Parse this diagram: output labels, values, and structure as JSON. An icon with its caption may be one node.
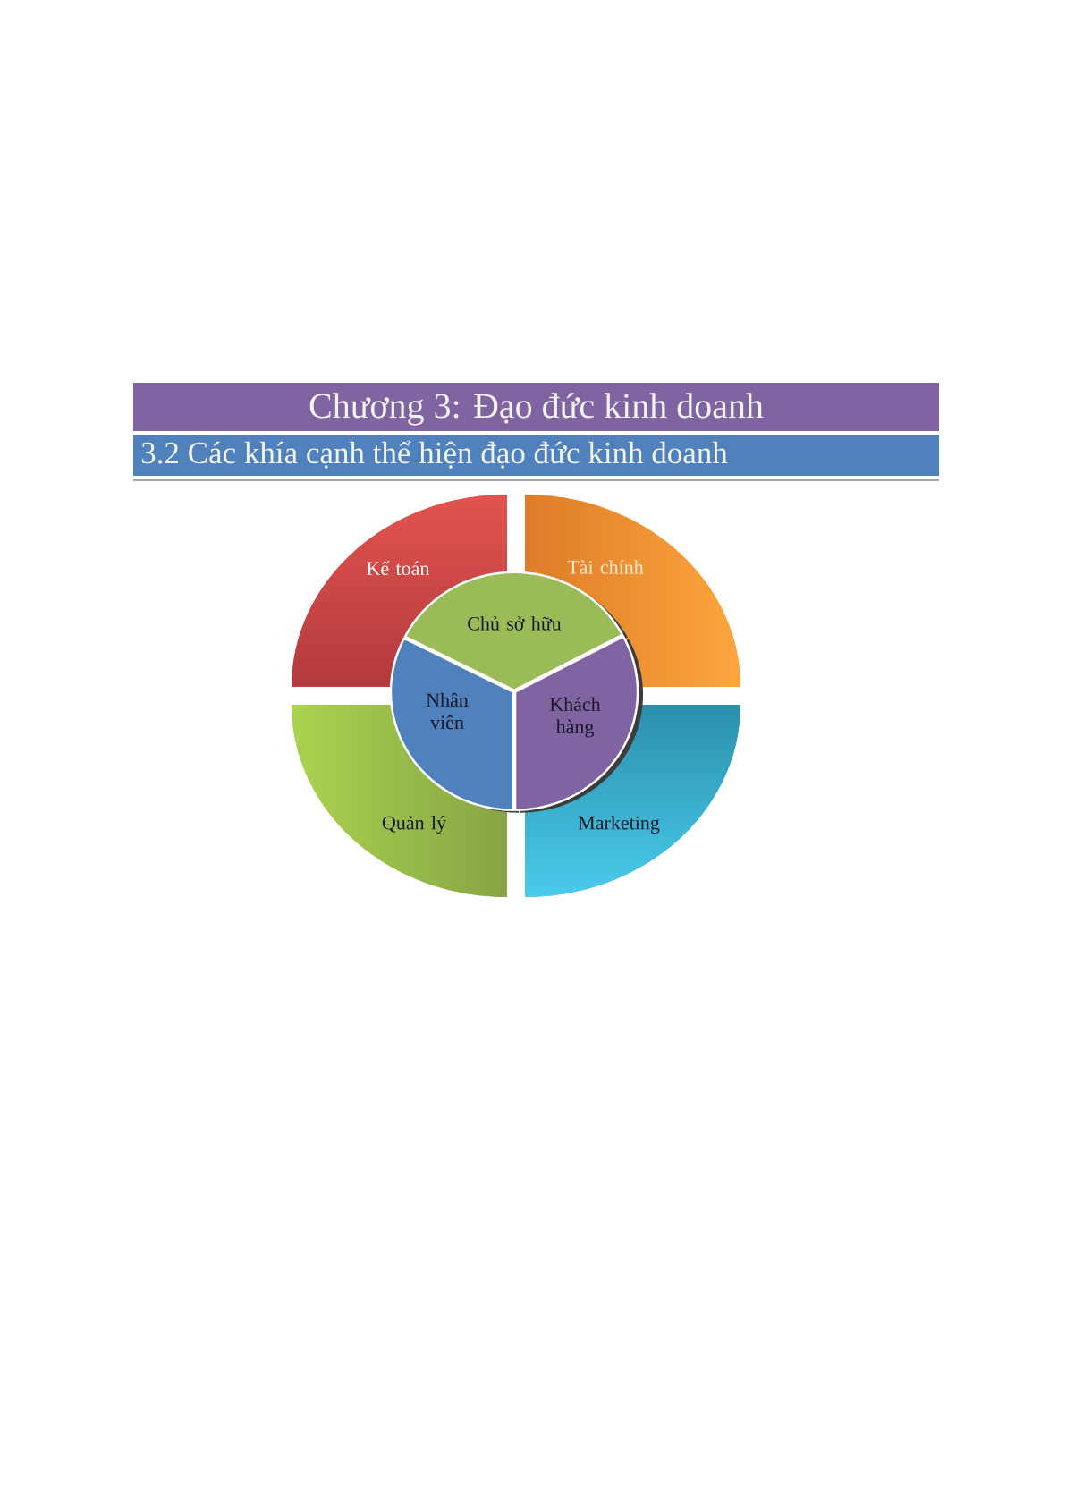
{
  "diagram": {
    "title": "Chương 3: Đạo đức kinh doanh",
    "nodes": [
      {
        "text": [
          "Kế toán"
        ]
      },
      {
        "text": [
          "Tài chính"
        ]
      },
      {
        "text": [
          "Chủ sở hữu"
        ]
      },
      {
        "text": [
          "Nhân viên"
        ]
      },
      {
        "text": [
          "Khách hàng"
        ]
      },
      {
        "text": [
          "Quản lý"
        ]
      },
      {
        "text": [
          "Marketing"
        ]
      }
    ],
    "labels": [
      "3.2 Các khía cạnh thể hiện đạo đức kinh doanh"
    ]
  }
}
